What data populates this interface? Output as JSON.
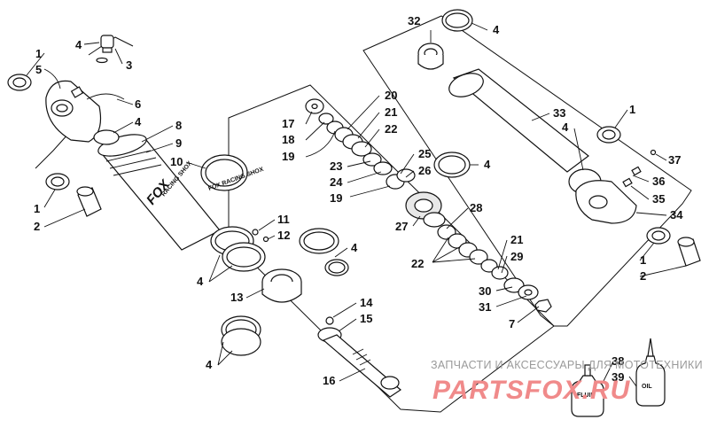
{
  "diagram": {
    "brand_text": "FOX",
    "brand_small_text": "RACING SHOX",
    "ring_text": "FOX RACING SHOX",
    "bottles": [
      {
        "id": "fluid",
        "label": "FLUID"
      },
      {
        "id": "oil",
        "label": "OIL"
      }
    ],
    "callouts": [
      {
        "id": "c1a",
        "text": "1"
      },
      {
        "id": "c5",
        "text": "5"
      },
      {
        "id": "c4a",
        "text": "4"
      },
      {
        "id": "c3",
        "text": "3"
      },
      {
        "id": "c6",
        "text": "6"
      },
      {
        "id": "c4b",
        "text": "4"
      },
      {
        "id": "c8",
        "text": "8"
      },
      {
        "id": "c9",
        "text": "9"
      },
      {
        "id": "c10",
        "text": "10"
      },
      {
        "id": "c1b",
        "text": "1"
      },
      {
        "id": "c2a",
        "text": "2"
      },
      {
        "id": "c11",
        "text": "11"
      },
      {
        "id": "c12",
        "text": "12"
      },
      {
        "id": "c4c",
        "text": "4"
      },
      {
        "id": "c4d",
        "text": "4"
      },
      {
        "id": "c13",
        "text": "13"
      },
      {
        "id": "c4e",
        "text": "4"
      },
      {
        "id": "c14",
        "text": "14"
      },
      {
        "id": "c15",
        "text": "15"
      },
      {
        "id": "c16",
        "text": "16"
      },
      {
        "id": "c17",
        "text": "17"
      },
      {
        "id": "c18",
        "text": "18"
      },
      {
        "id": "c19a",
        "text": "19"
      },
      {
        "id": "c20",
        "text": "20"
      },
      {
        "id": "c21a",
        "text": "21"
      },
      {
        "id": "c22a",
        "text": "22"
      },
      {
        "id": "c23",
        "text": "23"
      },
      {
        "id": "c24",
        "text": "24"
      },
      {
        "id": "c19b",
        "text": "19"
      },
      {
        "id": "c25",
        "text": "25"
      },
      {
        "id": "c26",
        "text": "26"
      },
      {
        "id": "c4f",
        "text": "4"
      },
      {
        "id": "c27",
        "text": "27"
      },
      {
        "id": "c28",
        "text": "28"
      },
      {
        "id": "c22b",
        "text": "22"
      },
      {
        "id": "c21b",
        "text": "21"
      },
      {
        "id": "c29",
        "text": "29"
      },
      {
        "id": "c30",
        "text": "30"
      },
      {
        "id": "c31",
        "text": "31"
      },
      {
        "id": "c7",
        "text": "7"
      },
      {
        "id": "c32",
        "text": "32"
      },
      {
        "id": "c4g",
        "text": "4"
      },
      {
        "id": "c33",
        "text": "33"
      },
      {
        "id": "c1c",
        "text": "1"
      },
      {
        "id": "c4h",
        "text": "4"
      },
      {
        "id": "c37",
        "text": "37"
      },
      {
        "id": "c36",
        "text": "36"
      },
      {
        "id": "c35",
        "text": "35"
      },
      {
        "id": "c34",
        "text": "34"
      },
      {
        "id": "c1d",
        "text": "1"
      },
      {
        "id": "c2b",
        "text": "2"
      },
      {
        "id": "c38",
        "text": "38"
      },
      {
        "id": "c39",
        "text": "39"
      }
    ]
  },
  "watermark": {
    "caption": "ЗАПЧАСТИ И АКСЕССУАРЫ ДЛЯ МОТОТЕХНИКИ",
    "logo": "PARTSFOX.RU"
  }
}
